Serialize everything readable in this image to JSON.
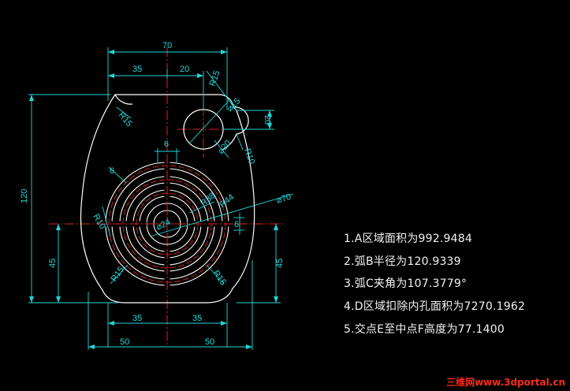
{
  "dimensions": {
    "width_70": "70",
    "width_35_top": "35",
    "width_20_top": "20",
    "r15_top": "R15",
    "d15": "⌀15",
    "h20": "20",
    "r10_right": "R10",
    "d20": "⌀20",
    "r15_left": "R15",
    "w6_top": "6",
    "w6_left": "6",
    "h120": "120",
    "r10_left": "R10",
    "d24": "⌀24",
    "r38": "R38",
    "r44": "R44",
    "d70": "⌀70",
    "w6_right": "6",
    "h45_left": "45",
    "h45_right": "45",
    "r15_bl": "R15",
    "r15_br": "R15",
    "w35_bl": "35",
    "w35_br": "35",
    "w50_bl": "50",
    "w50_br": "50"
  },
  "notes": [
    "1.A区域面积为992.9484",
    "2.弧B半径为120.9339",
    "3.弧C夹角为107.3779°",
    "4.D区域扣除内孔面积为7270.1962",
    "5.交点E至中点F高度为77.1400"
  ],
  "watermark": "三维网www.3dportal.cn",
  "colors": {
    "background": "#000000",
    "outline": "#ffffff",
    "slots": "#ffffff",
    "center_line": "#e02020",
    "dimension": "#20d8d8",
    "watermark": "#ff2a1a"
  }
}
